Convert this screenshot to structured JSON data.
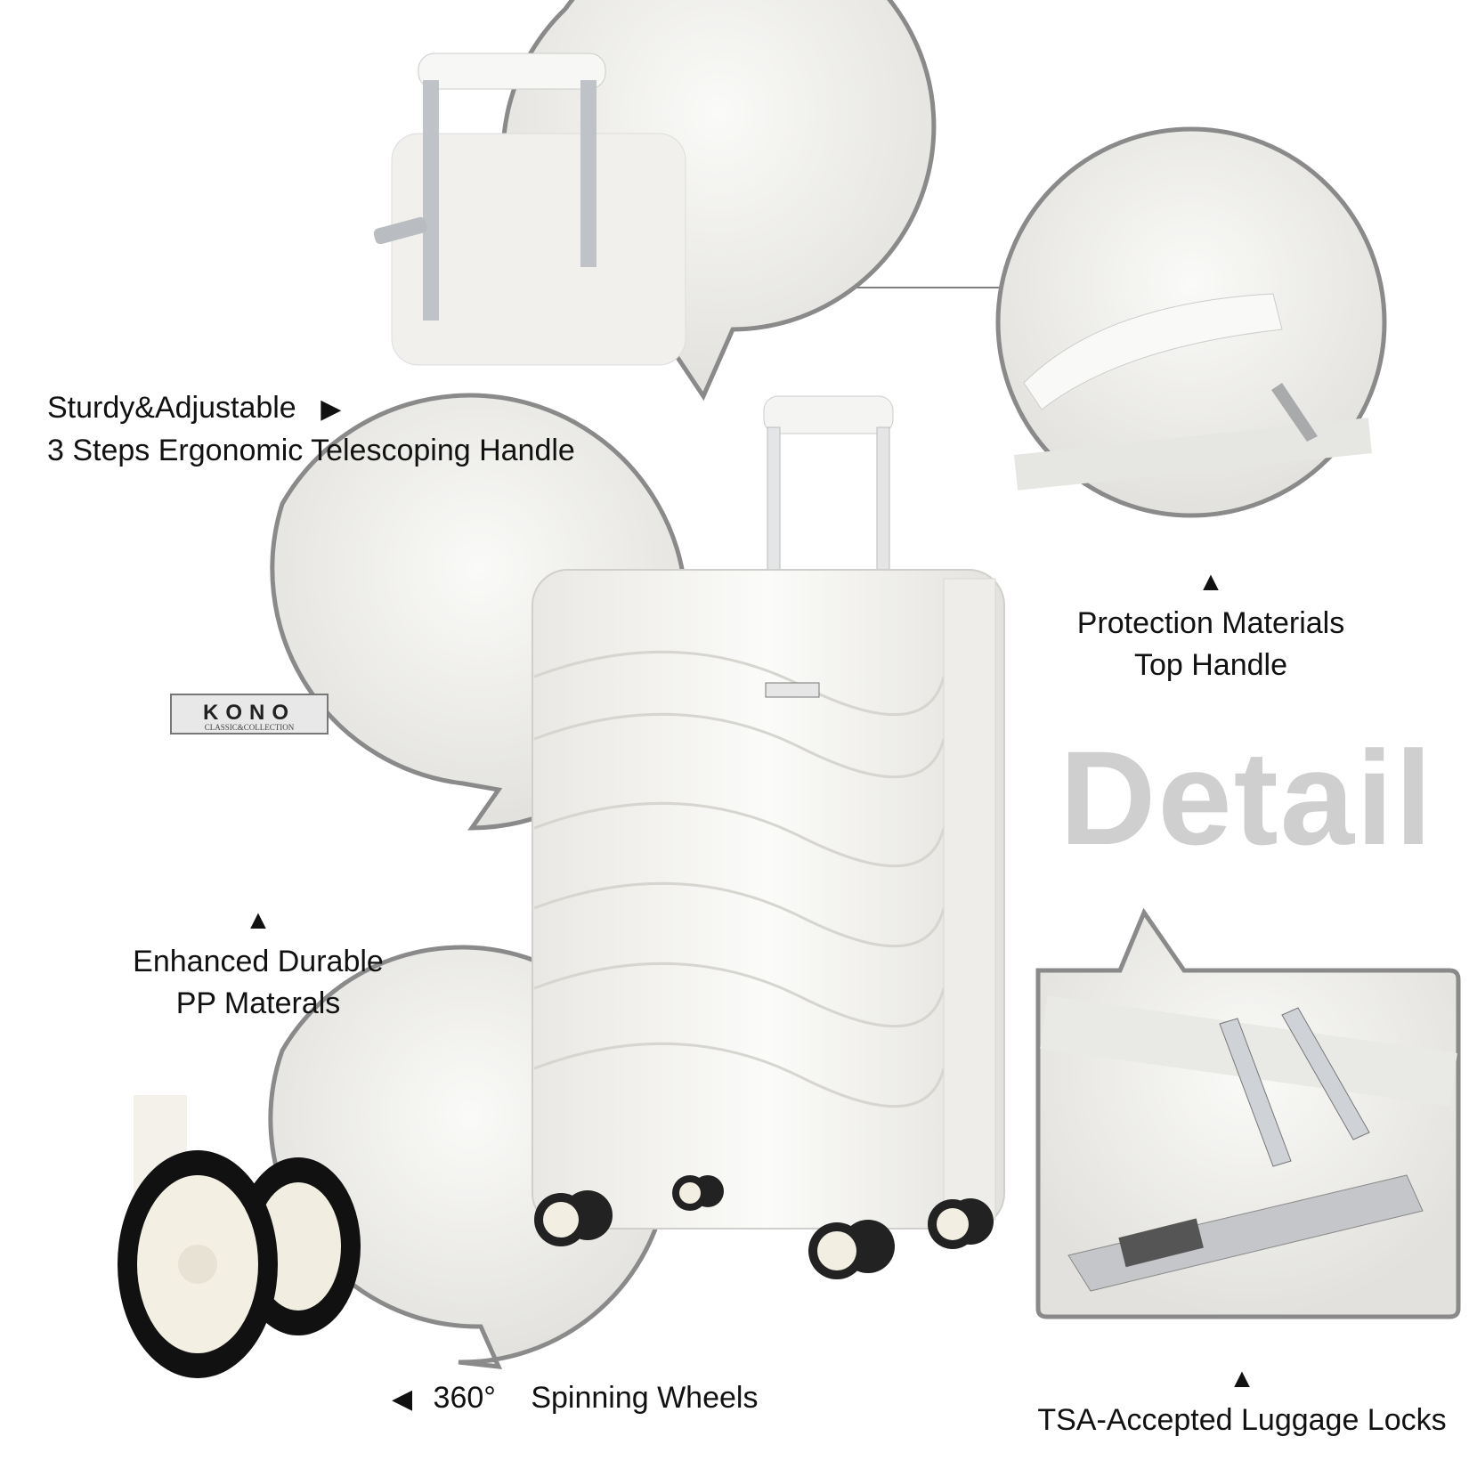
{
  "watermark_title": "Detail",
  "brand_badge": {
    "name": "KONO",
    "tagline": "CLASSIC&COLLECTION"
  },
  "features": [
    {
      "id": "handle",
      "lines": [
        "Sturdy&Adjustable",
        "3 Steps Ergonomic Telescoping Handle"
      ],
      "arrow": "right"
    },
    {
      "id": "top-handle",
      "lines": [
        "Protection Materials",
        "Top Handle"
      ],
      "arrow": "up"
    },
    {
      "id": "materials",
      "lines": [
        "Enhanced Durable",
        "PP Materals"
      ],
      "arrow": "up"
    },
    {
      "id": "wheels",
      "lines": [
        "360°",
        "Spinning Wheels"
      ],
      "arrow": "left"
    },
    {
      "id": "lock",
      "lines": [
        "TSA-Accepted Luggage Locks"
      ],
      "arrow": "up"
    }
  ],
  "arrows": {
    "right": "▶",
    "up": "▲",
    "left": "◀"
  },
  "colors": {
    "product": "#f3f2ee",
    "outline": "#8a8a8a",
    "watermark": "#cfcfcf",
    "text": "#111111"
  }
}
